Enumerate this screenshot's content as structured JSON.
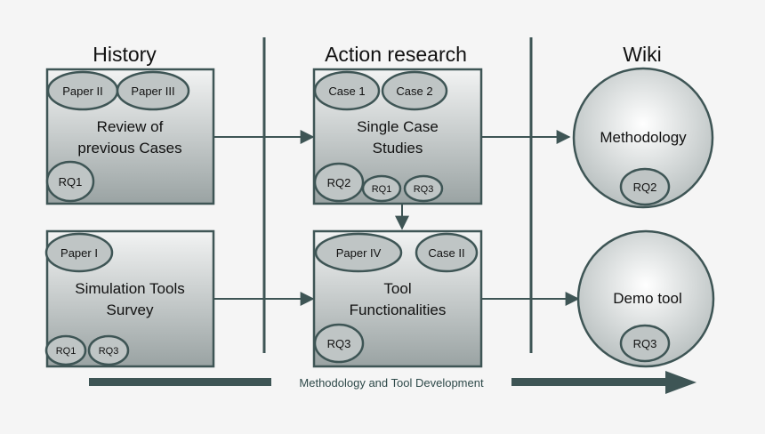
{
  "columns": {
    "history": "History",
    "action_research": "Action research",
    "wiki": "Wiki"
  },
  "boxes": {
    "review": {
      "title_line1": "Review of",
      "title_line2": "previous Cases",
      "paper2": "Paper II",
      "paper3": "Paper III",
      "rq": "RQ1"
    },
    "survey": {
      "title_line1": "Simulation Tools",
      "title_line2": "Survey",
      "paper1": "Paper I",
      "rq1": "RQ1",
      "rq3": "RQ3"
    },
    "single_case": {
      "title_line1": "Single Case",
      "title_line2": "Studies",
      "case1": "Case 1",
      "case2": "Case 2",
      "rq2": "RQ2",
      "rq1": "RQ1",
      "rq3": "RQ3"
    },
    "tool_func": {
      "title_line1": "Tool",
      "title_line2": "Functionalities",
      "paper4": "Paper IV",
      "case_ii": "Case II",
      "rq3": "RQ3"
    }
  },
  "circles": {
    "methodology": {
      "label": "Methodology",
      "rq": "RQ2"
    },
    "demo_tool": {
      "label": "Demo tool",
      "rq": "RQ3"
    }
  },
  "timeline": {
    "label": "Methodology and Tool Development"
  },
  "colors": {
    "stroke": "#3e5555",
    "box_light": "#f2f3f3",
    "box_dark": "#9aa3a3",
    "oval_fill": "#bfc5c5"
  }
}
